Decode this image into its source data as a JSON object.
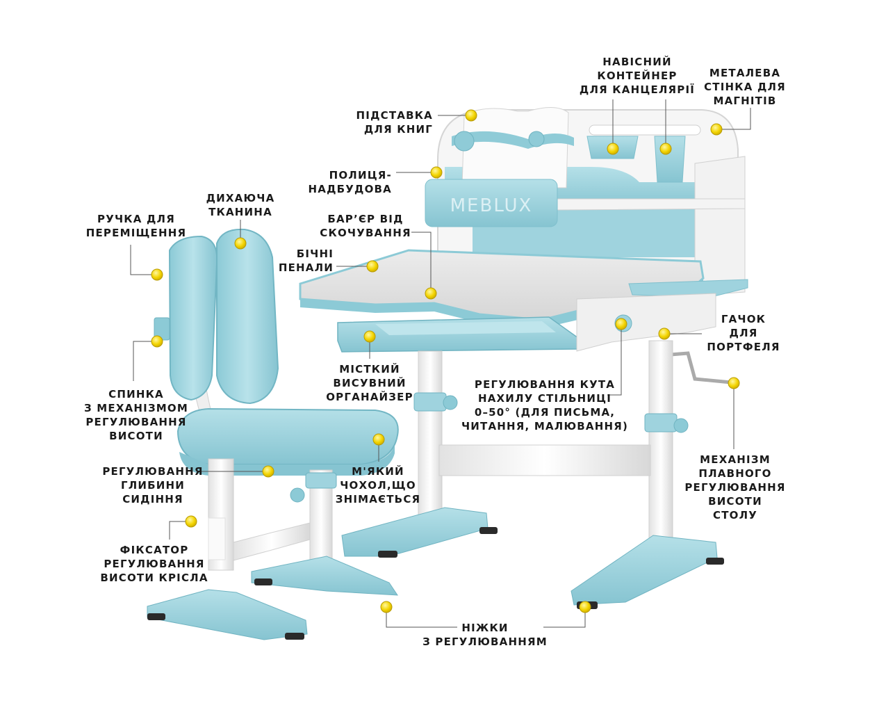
{
  "brand": {
    "logo_text": "MEBLUX"
  },
  "colors": {
    "teal": "#9fd3de",
    "teal_dark": "#7fbfcc",
    "teal_deep": "#62a9b8",
    "white": "#f7f7f7",
    "grey": "#dcdcdc",
    "line": "#555555",
    "marker": "#f5d800"
  },
  "callouts": [
    {
      "id": "handle",
      "lines": [
        "РУЧКА ДЛЯ",
        "ПЕРЕМІЩЕННЯ"
      ]
    },
    {
      "id": "breathable-fabric",
      "lines": [
        "ДИХАЮЧА",
        "ТКАНИНА"
      ]
    },
    {
      "id": "backrest",
      "lines": [
        "СПИНКА",
        "З МЕХАНІЗМОМ",
        "РЕГУЛЮВАННЯ",
        "ВИСОТИ"
      ]
    },
    {
      "id": "seat-depth",
      "lines": [
        "РЕГУЛЮВАННЯ",
        "ГЛИБИНИ",
        "СИДІННЯ"
      ]
    },
    {
      "id": "chair-lock",
      "lines": [
        "ФІКСАТОР",
        "РЕГУЛЮВАННЯ",
        "ВИСОТИ КРІСЛА"
      ]
    },
    {
      "id": "book-stand",
      "lines": [
        "ПІДСТАВКА",
        "ДЛЯ КНИГ"
      ]
    },
    {
      "id": "shelf",
      "lines": [
        "ПОЛИЦЯ-",
        "НАДБУДОВА"
      ]
    },
    {
      "id": "roll-barrier",
      "lines": [
        "БАР’ЄР ВІД",
        "СКОЧУВАННЯ"
      ]
    },
    {
      "id": "side-trays",
      "lines": [
        "БІЧНІ",
        "ПЕНАЛИ"
      ]
    },
    {
      "id": "organizer",
      "lines": [
        "МІСТКИЙ",
        "ВИСУВНИЙ",
        "ОРГАНАЙЗЕР"
      ]
    },
    {
      "id": "soft-cover",
      "lines": [
        "М'ЯКИЙ",
        "ЧОХОЛ,ЩО",
        "ЗНІМАЄТЬСЯ"
      ]
    },
    {
      "id": "hanging-container",
      "lines": [
        "НАВІСНИЙ",
        "КОНТЕЙНЕР",
        "ДЛЯ КАНЦЕЛЯРІЇ"
      ]
    },
    {
      "id": "metal-wall",
      "lines": [
        "МЕТАЛЕВА",
        "СТІНКА ДЛЯ",
        "МАГНІТІВ"
      ]
    },
    {
      "id": "bag-hook",
      "lines": [
        "ГАЧОК",
        "ДЛЯ",
        "ПОРТФЕЛЯ"
      ]
    },
    {
      "id": "tilt-angle",
      "lines": [
        "РЕГУЛЮВАННЯ КУТА",
        "НАХИЛУ СТІЛЬНИЦІ",
        "0–50° (ДЛЯ ПИСЬМА,",
        "ЧИТАННЯ, МАЛЮВАННЯ)"
      ]
    },
    {
      "id": "desk-height",
      "lines": [
        "МЕХАНІЗМ",
        "ПЛАВНОГО",
        "РЕГУЛЮВАННЯ",
        "ВИСОТИ",
        "СТОЛУ"
      ]
    },
    {
      "id": "legs",
      "lines": [
        "НІЖКИ",
        "З РЕГУЛЮВАННЯМ"
      ]
    }
  ]
}
